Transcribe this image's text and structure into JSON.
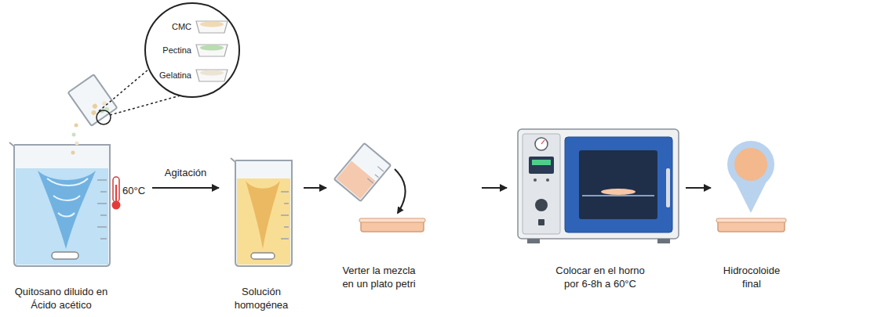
{
  "diagram": {
    "nodes": [
      {
        "text": [
          "Quitosano diluido en Ácido acético"
        ]
      },
      {
        "text": [
          "Solución homogénea"
        ]
      },
      {
        "text": [
          "Verter la mezcla en un plato petri"
        ]
      },
      {
        "text": [
          "Colocar en el horno por 6-8h a 60°C"
        ]
      },
      {
        "text": [
          "Hidrocoloide final"
        ]
      }
    ],
    "edges": [
      {
        "from": 0,
        "to": 1,
        "label": "Agitación",
        "arrow": "to"
      },
      {
        "from": 1,
        "to": 2,
        "arrow": "to"
      },
      {
        "from": 2,
        "to": 3,
        "arrow": "to"
      },
      {
        "from": 3,
        "to": 4,
        "arrow": "to"
      }
    ],
    "labels": [
      "CMC",
      "Pectina",
      "Gelatina",
      "60°C"
    ]
  }
}
